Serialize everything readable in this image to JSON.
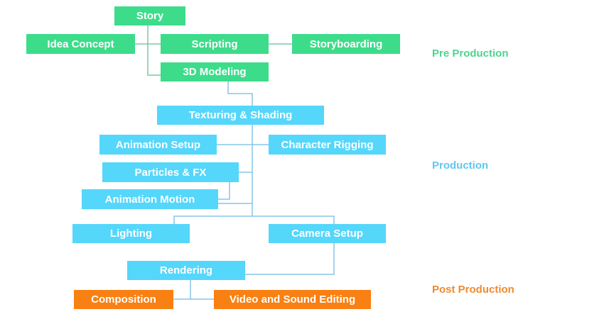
{
  "diagram": {
    "colors": {
      "pre_production": "#3ddc8b",
      "production": "#55d6fb",
      "post_production": "#f98012",
      "pre_connector": "#7bc9a0",
      "prod_connector": "#86c6e8",
      "pre_label": "#4cd48e",
      "prod_label": "#5cc8f0",
      "post_label": "#ef8a2e"
    },
    "stages": [
      {
        "id": "pre",
        "label": "Pre Production"
      },
      {
        "id": "prod",
        "label": "Production"
      },
      {
        "id": "post",
        "label": "Post Production"
      }
    ],
    "nodes": [
      {
        "id": "story",
        "label": "Story",
        "stage": "pre"
      },
      {
        "id": "idea",
        "label": "Idea Concept",
        "stage": "pre"
      },
      {
        "id": "scripting",
        "label": "Scripting",
        "stage": "pre"
      },
      {
        "id": "storyboarding",
        "label": "Storyboarding",
        "stage": "pre"
      },
      {
        "id": "modeling",
        "label": "3D Modeling",
        "stage": "pre"
      },
      {
        "id": "texturing",
        "label": "Texturing & Shading",
        "stage": "prod"
      },
      {
        "id": "anim_setup",
        "label": "Animation Setup",
        "stage": "prod"
      },
      {
        "id": "rigging",
        "label": "Character Rigging",
        "stage": "prod"
      },
      {
        "id": "particles",
        "label": "Particles & FX",
        "stage": "prod"
      },
      {
        "id": "anim_motion",
        "label": "Animation Motion",
        "stage": "prod"
      },
      {
        "id": "lighting",
        "label": "Lighting",
        "stage": "prod"
      },
      {
        "id": "camera",
        "label": "Camera Setup",
        "stage": "prod"
      },
      {
        "id": "rendering",
        "label": "Rendering",
        "stage": "prod"
      },
      {
        "id": "composition",
        "label": "Composition",
        "stage": "post"
      },
      {
        "id": "video_sound",
        "label": "Video and Sound Editing",
        "stage": "post"
      }
    ],
    "edges": [
      [
        "story",
        "idea"
      ],
      [
        "story",
        "scripting"
      ],
      [
        "scripting",
        "storyboarding"
      ],
      [
        "story",
        "modeling"
      ],
      [
        "modeling",
        "texturing"
      ],
      [
        "texturing",
        "anim_setup"
      ],
      [
        "texturing",
        "rigging"
      ],
      [
        "texturing",
        "particles"
      ],
      [
        "particles",
        "anim_motion"
      ],
      [
        "texturing",
        "anim_motion"
      ],
      [
        "texturing",
        "lighting"
      ],
      [
        "texturing",
        "camera"
      ],
      [
        "camera",
        "rendering"
      ],
      [
        "rendering",
        "composition"
      ],
      [
        "rendering",
        "video_sound"
      ]
    ]
  }
}
